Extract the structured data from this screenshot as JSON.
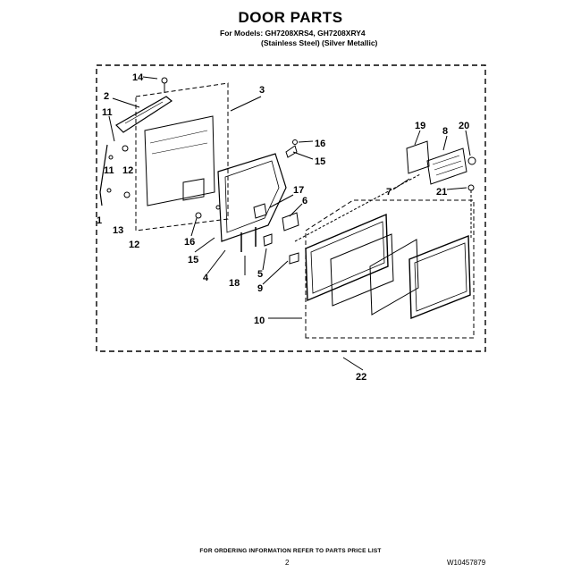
{
  "header": {
    "title": "DOOR PARTS",
    "models_line": "For Models: GH7208XRS4, GH7208XRY4",
    "finish_line": "(Stainless Steel) (Silver Metallic)"
  },
  "diagram": {
    "callouts": {
      "c1": "1",
      "c2": "2",
      "c3": "3",
      "c4": "4",
      "c5": "5",
      "c6": "6",
      "c7": "7",
      "c8": "8",
      "c9": "9",
      "c10": "10",
      "c11a": "11",
      "c11b": "11",
      "c12a": "12",
      "c12b": "12",
      "c13": "13",
      "c14": "14",
      "c15a": "15",
      "c15b": "15",
      "c16a": "16",
      "c16b": "16",
      "c17": "17",
      "c18": "18",
      "c19": "19",
      "c20": "20",
      "c21": "21",
      "c22": "22"
    }
  },
  "footer": {
    "ordering_note": "FOR ORDERING INFORMATION REFER TO PARTS PRICE LIST",
    "page_number": "2",
    "doc_number": "W10457879"
  }
}
